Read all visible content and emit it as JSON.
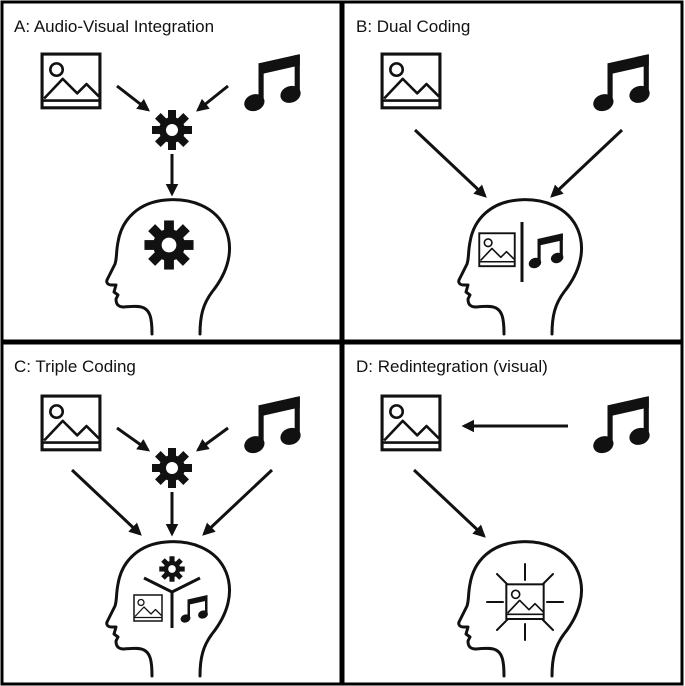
{
  "panels": [
    {
      "id": "A",
      "title": "A: Audio-Visual Integration"
    },
    {
      "id": "B",
      "title": "B: Dual Coding"
    },
    {
      "id": "C",
      "title": "C: Triple Coding"
    },
    {
      "id": "D",
      "title": "D: Redintegration (visual)"
    }
  ],
  "colors": {
    "ink": "#111111",
    "background": "#ffffff",
    "frame": "#000000"
  },
  "icons": [
    "image-icon",
    "music-note-icon",
    "gear-icon",
    "head-icon",
    "arrow-icon"
  ]
}
